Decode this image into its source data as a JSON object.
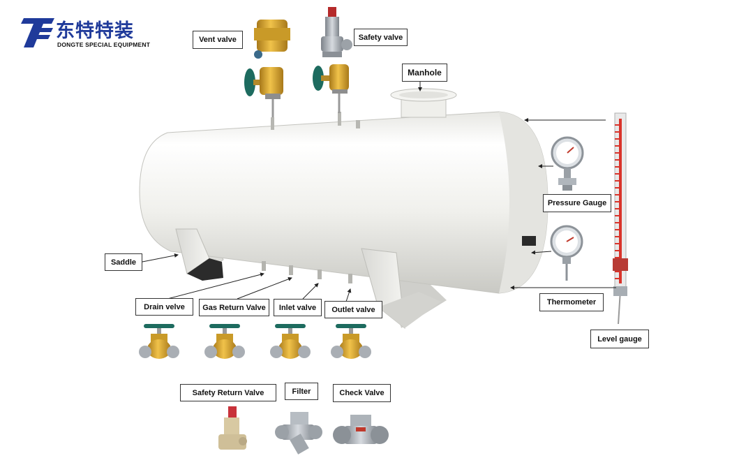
{
  "brand": {
    "name_cn": "东特特装",
    "name_en": "DONGTE SPECIAL EQUIPMENT",
    "color": "#1f3a9a"
  },
  "labels": {
    "vent_valve": "Vent valve",
    "safety_valve": "Safety valve",
    "manhole": "Manhole",
    "pressure_gauge": "Pressure Gauge",
    "thermometer": "Thermometer",
    "level_gauge": "Level gauge",
    "saddle": "Saddle",
    "drain_valve": "Drain velve",
    "gas_return_valve": "Gas Return Valve",
    "inlet_valve": "Inlet valve",
    "outlet_valve": "Outlet valve",
    "safety_return_valve": "Safety Return Valve",
    "filter": "Filter",
    "check_valve": "Check Valve"
  },
  "colors": {
    "tank": "#f1f1ee",
    "valve_brass": "#d9a62a",
    "valve_wheel": "#1d6b5f",
    "steel": "#a9aeb4",
    "gauge_red": "#d9342b"
  }
}
